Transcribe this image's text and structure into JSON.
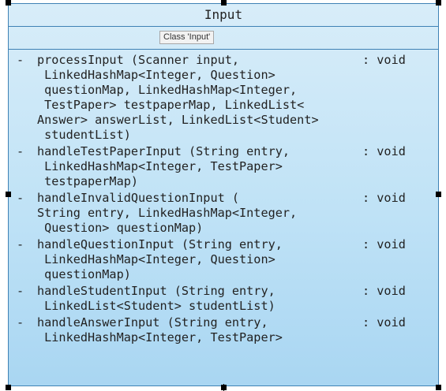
{
  "class": {
    "name": "Input",
    "stereotype_tag": "Class 'Input'"
  },
  "operations": [
    {
      "lines": [
        "processInput (Scanner input,",
        " LinkedHashMap<Integer, Question>",
        " questionMap, LinkedHashMap<Integer,",
        " TestPaper> testpaperMap, LinkedList<",
        "Answer> answerList, LinkedList<Student>",
        " studentList)"
      ],
      "visibility": "-",
      "return": ": void"
    },
    {
      "lines": [
        "handleTestPaperInput (String entry,",
        " LinkedHashMap<Integer, TestPaper>",
        " testpaperMap)"
      ],
      "visibility": "-",
      "return": ": void"
    },
    {
      "lines": [
        "handleInvalidQuestionInput (",
        "String entry, LinkedHashMap<Integer,",
        " Question> questionMap)"
      ],
      "visibility": "-",
      "return": ": void"
    },
    {
      "lines": [
        "handleQuestionInput (String entry,",
        " LinkedHashMap<Integer, Question>",
        " questionMap)"
      ],
      "visibility": "-",
      "return": ": void"
    },
    {
      "lines": [
        "handleStudentInput (String entry,",
        " LinkedList<Student> studentList)"
      ],
      "visibility": "-",
      "return": ": void"
    },
    {
      "lines": [
        "handleAnswerInput (String entry,",
        " LinkedHashMap<Integer, TestPaper>"
      ],
      "visibility": "-",
      "return": ": void"
    }
  ]
}
